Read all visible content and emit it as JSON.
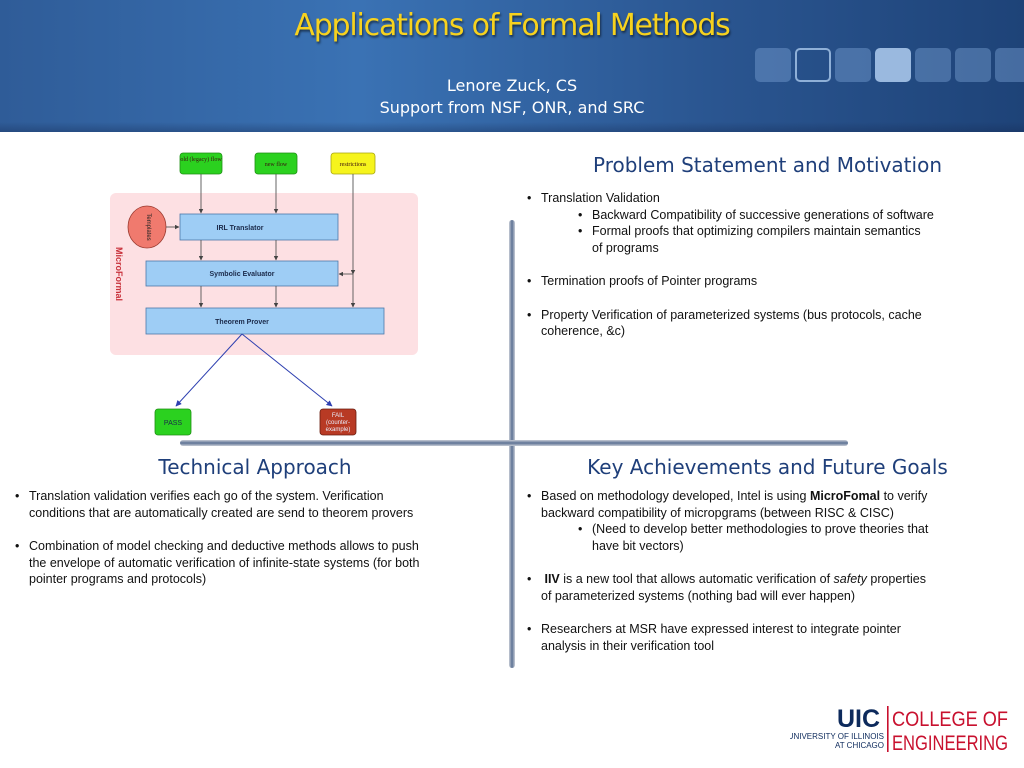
{
  "header": {
    "title": "Applications of Formal Methods",
    "author_line": "Lenore Zuck, CS",
    "support_line": "Support from NSF, ONR, and SRC"
  },
  "colors": {
    "title_yellow": "#f7d21e",
    "heading_blue": "#1f3f7a",
    "box_blue": "#9ecdf5",
    "flow_green": "#2bd11f",
    "fail_red": "#b83a24",
    "region_pink": "#fde0e3",
    "uic_red": "#c8102e",
    "uic_navy": "#0d2a5c"
  },
  "diagram": {
    "inputs": {
      "legacy": "old (legacy) flow",
      "new_flow": "new flow",
      "restrictions": "restrictions"
    },
    "region_label": "MicroFormal",
    "templates": "Templates",
    "irl_translator": "IRL Translator",
    "symbolic_evaluator": "Symbolic Evaluator",
    "theorem_prover": "Theorem Prover",
    "pass": "PASS",
    "fail_line1": "FAIL",
    "fail_line2": "(counter-",
    "fail_line3": "example)"
  },
  "problem": {
    "title": "Problem Statement and Motivation",
    "translation_validation": "Translation Validation",
    "backward_compat": "Backward Compatibility of successive generations of software",
    "formal_proofs_1": "Formal proofs that optimizing compilers  maintain semantics",
    "formal_proofs_2": "of programs",
    "termination": "Termination proofs of Pointer programs",
    "property_1": "Property Verification of parameterized systems (bus protocols, cache",
    "property_2": "coherence, &c)"
  },
  "technical": {
    "title": "Technical Approach",
    "b1_1": "Translation validation verifies each go of the system. Verification",
    "b1_2": "conditions that are automatically created are send to theorem provers",
    "b2_1": "Combination of model checking and deductive methods allows to push",
    "b2_2": "the envelope of automatic verification of infinite-state systems (for both",
    "b2_3": "pointer programs and protocols)"
  },
  "achievements": {
    "title": "Key Achievements and Future Goals",
    "a1_pre": "Based on methodology developed, Intel is using ",
    "a1_bold": "MicroFomal",
    "a1_post": " to verify",
    "a1_2": "backward compatibility of micropgrams (between RISC & CISC)",
    "a1_sub_1": "(Need to develop better methodologies to prove theories that",
    "a1_sub_2": "have bit vectors)",
    "a2_bold": "IIV",
    "a2_mid": " is a new tool that allows automatic verification of ",
    "a2_italic": "safety",
    "a2_post": " properties",
    "a2_2": "of parameterized systems (nothing bad will ever happen)",
    "a3_1": "Researchers at MSR have expressed interest to integrate pointer",
    "a3_2": "analysis in their verification tool"
  },
  "logo": {
    "uic": "UIC",
    "college_of": "COLLEGE OF",
    "engineering": "ENGINEERING",
    "univ_line1": "UNIVERSITY OF ILLINOIS",
    "univ_line2": "AT CHICAGO"
  }
}
